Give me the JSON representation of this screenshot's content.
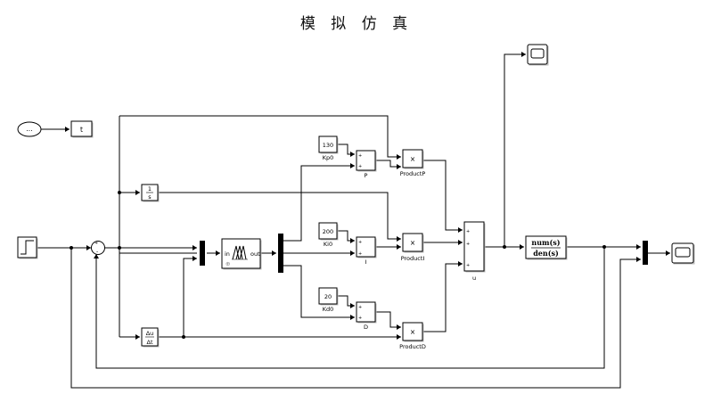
{
  "title": "模 拟 仿 真",
  "blocks": {
    "clock": {
      "text": "..."
    },
    "to_workspace": {
      "text": "t"
    },
    "sum": {
      "signs": "+ -"
    },
    "integrator": {
      "num": "1",
      "den": "s"
    },
    "derivative": {
      "num": "Δu",
      "den": "Δt"
    },
    "fuzzy": {
      "in_port": "in",
      "out_port": "out"
    },
    "kp": {
      "value": "130",
      "label": "Kp0"
    },
    "ki": {
      "value": "200",
      "label": "Ki0"
    },
    "kd": {
      "value": "20",
      "label": "Kd0"
    },
    "p_sum": {
      "label": "P"
    },
    "i_sum": {
      "label": "I"
    },
    "d_sum": {
      "label": "D"
    },
    "product_p": {
      "label": "ProductP",
      "symbol": "×"
    },
    "product_i": {
      "label": "ProductI",
      "symbol": "×"
    },
    "product_d": {
      "label": "ProductD",
      "symbol": "×"
    },
    "u_sum": {
      "label": "u"
    },
    "transfer_fcn": {
      "num": "num(s)",
      "den": "den(s)"
    }
  }
}
